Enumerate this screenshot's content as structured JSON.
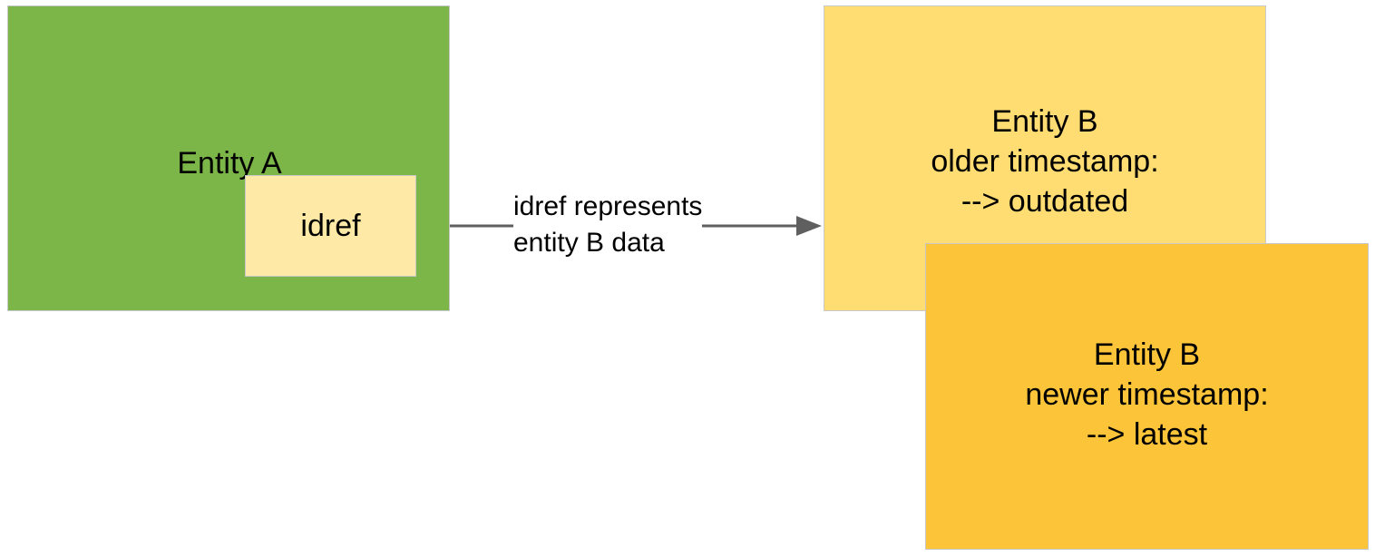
{
  "colors": {
    "entity_a_fill": "#7cb648",
    "idref_fill": "#ffe9a6",
    "entity_b_old_fill": "#ffdd73",
    "entity_b_new_fill": "#fbc439",
    "connector": "#5f5f5f"
  },
  "entity_a": {
    "label": "Entity A"
  },
  "idref": {
    "label": "idref"
  },
  "connector": {
    "label_line1": "idref represents",
    "label_line2": "entity B data"
  },
  "entity_b_old": {
    "line1": "Entity B",
    "line2": "older timestamp:",
    "line3": "--> outdated"
  },
  "entity_b_new": {
    "line1": "Entity B",
    "line2": "newer timestamp:",
    "line3": "--> latest"
  }
}
